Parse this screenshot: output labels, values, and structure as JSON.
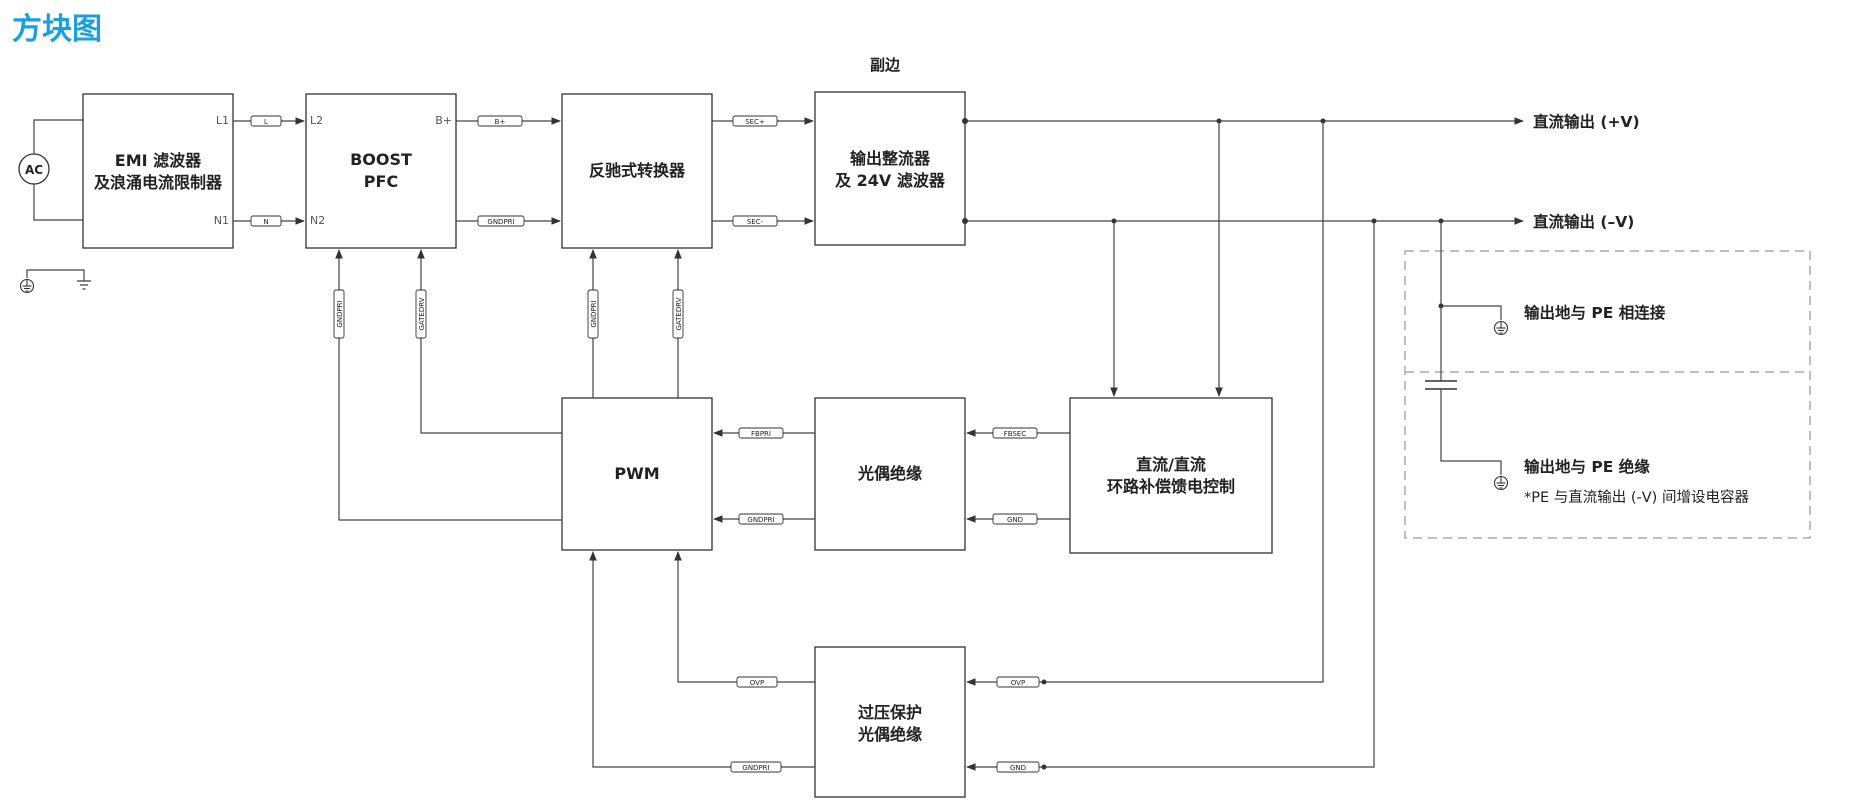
{
  "title": "方块图",
  "secondary_label": "副边",
  "ac_label": "AC",
  "blocks": {
    "emi": [
      "EMI 滤波器",
      "及浪涌电流限制器"
    ],
    "boost": [
      "BOOST",
      "PFC"
    ],
    "flyback": [
      "反驰式转换器"
    ],
    "rectifier": [
      "输出整流器",
      "及 24V 滤波器"
    ],
    "pwm": [
      "PWM"
    ],
    "opto": [
      "光偶绝缘"
    ],
    "dcdc": [
      "直流/直流",
      "环路补偿馈电控制"
    ],
    "ovp": [
      "过压保护",
      "光偶绝缘"
    ]
  },
  "pins": {
    "emi_l1": "L1",
    "emi_n1": "N1",
    "boost_l2": "L2",
    "boost_n2": "N2",
    "boost_bplus": "B+"
  },
  "tags": {
    "l": "L",
    "n": "N",
    "bplus": "B+",
    "gndpri": "GNDPRI",
    "secplus": "SEC+",
    "secminus": "SEC-",
    "gndpri_v1": "GNDPRI",
    "gatedrv_v1": "GATEDRV",
    "gndpri_v2": "GNDPRI",
    "gatedrv_v2": "GATEDRV",
    "fbpri": "FBPRI",
    "gndpri_pwm": "GNDPRI",
    "fbsec": "FBSEC",
    "gnd_fb": "GND",
    "ovp_pwm": "OVP",
    "ovp_out": "OVP",
    "gndpri_bottom": "GNDPRI",
    "gnd_bottom": "GND"
  },
  "outputs": {
    "pos": "直流输出 (+V)",
    "neg": "直流输出 (–V)"
  },
  "pe": {
    "connected": "输出地与 PE 相连接",
    "isolated": "输出地与 PE 绝缘",
    "note": "*PE 与直流输出 (-V) 间增设电容器"
  },
  "colors": {
    "title": "#1aa0dd",
    "line": "#444444",
    "dash": "#aaaaaa"
  }
}
